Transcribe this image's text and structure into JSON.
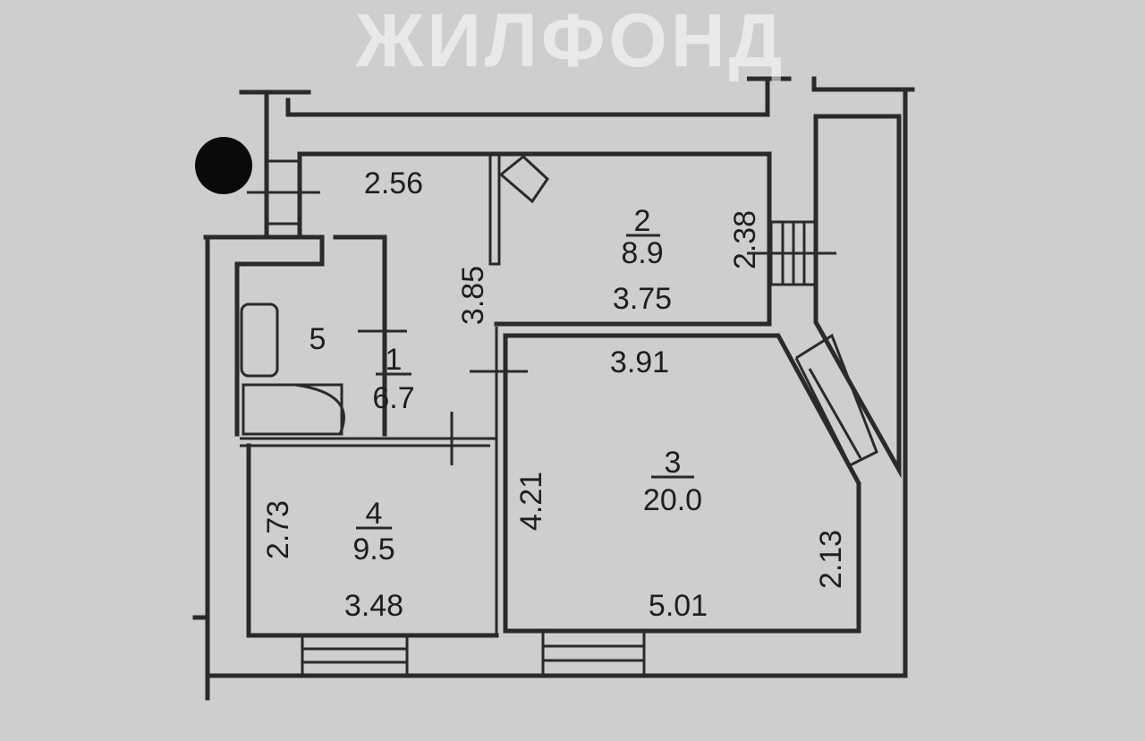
{
  "plan": {
    "watermark": "ЖИЛФОНД",
    "rooms": [
      {
        "number": "1",
        "area": "6.7",
        "dims": [
          "3.85",
          "2.56"
        ]
      },
      {
        "number": "2",
        "area": "8.9",
        "dims": [
          "3.75",
          "2.38"
        ]
      },
      {
        "number": "3",
        "area": "20.0",
        "dims": [
          "3.91",
          "4.21",
          "5.01",
          "2.13"
        ]
      },
      {
        "number": "4",
        "area": "9.5",
        "dims": [
          "3.48",
          "2.73"
        ]
      },
      {
        "number": "5"
      }
    ]
  }
}
